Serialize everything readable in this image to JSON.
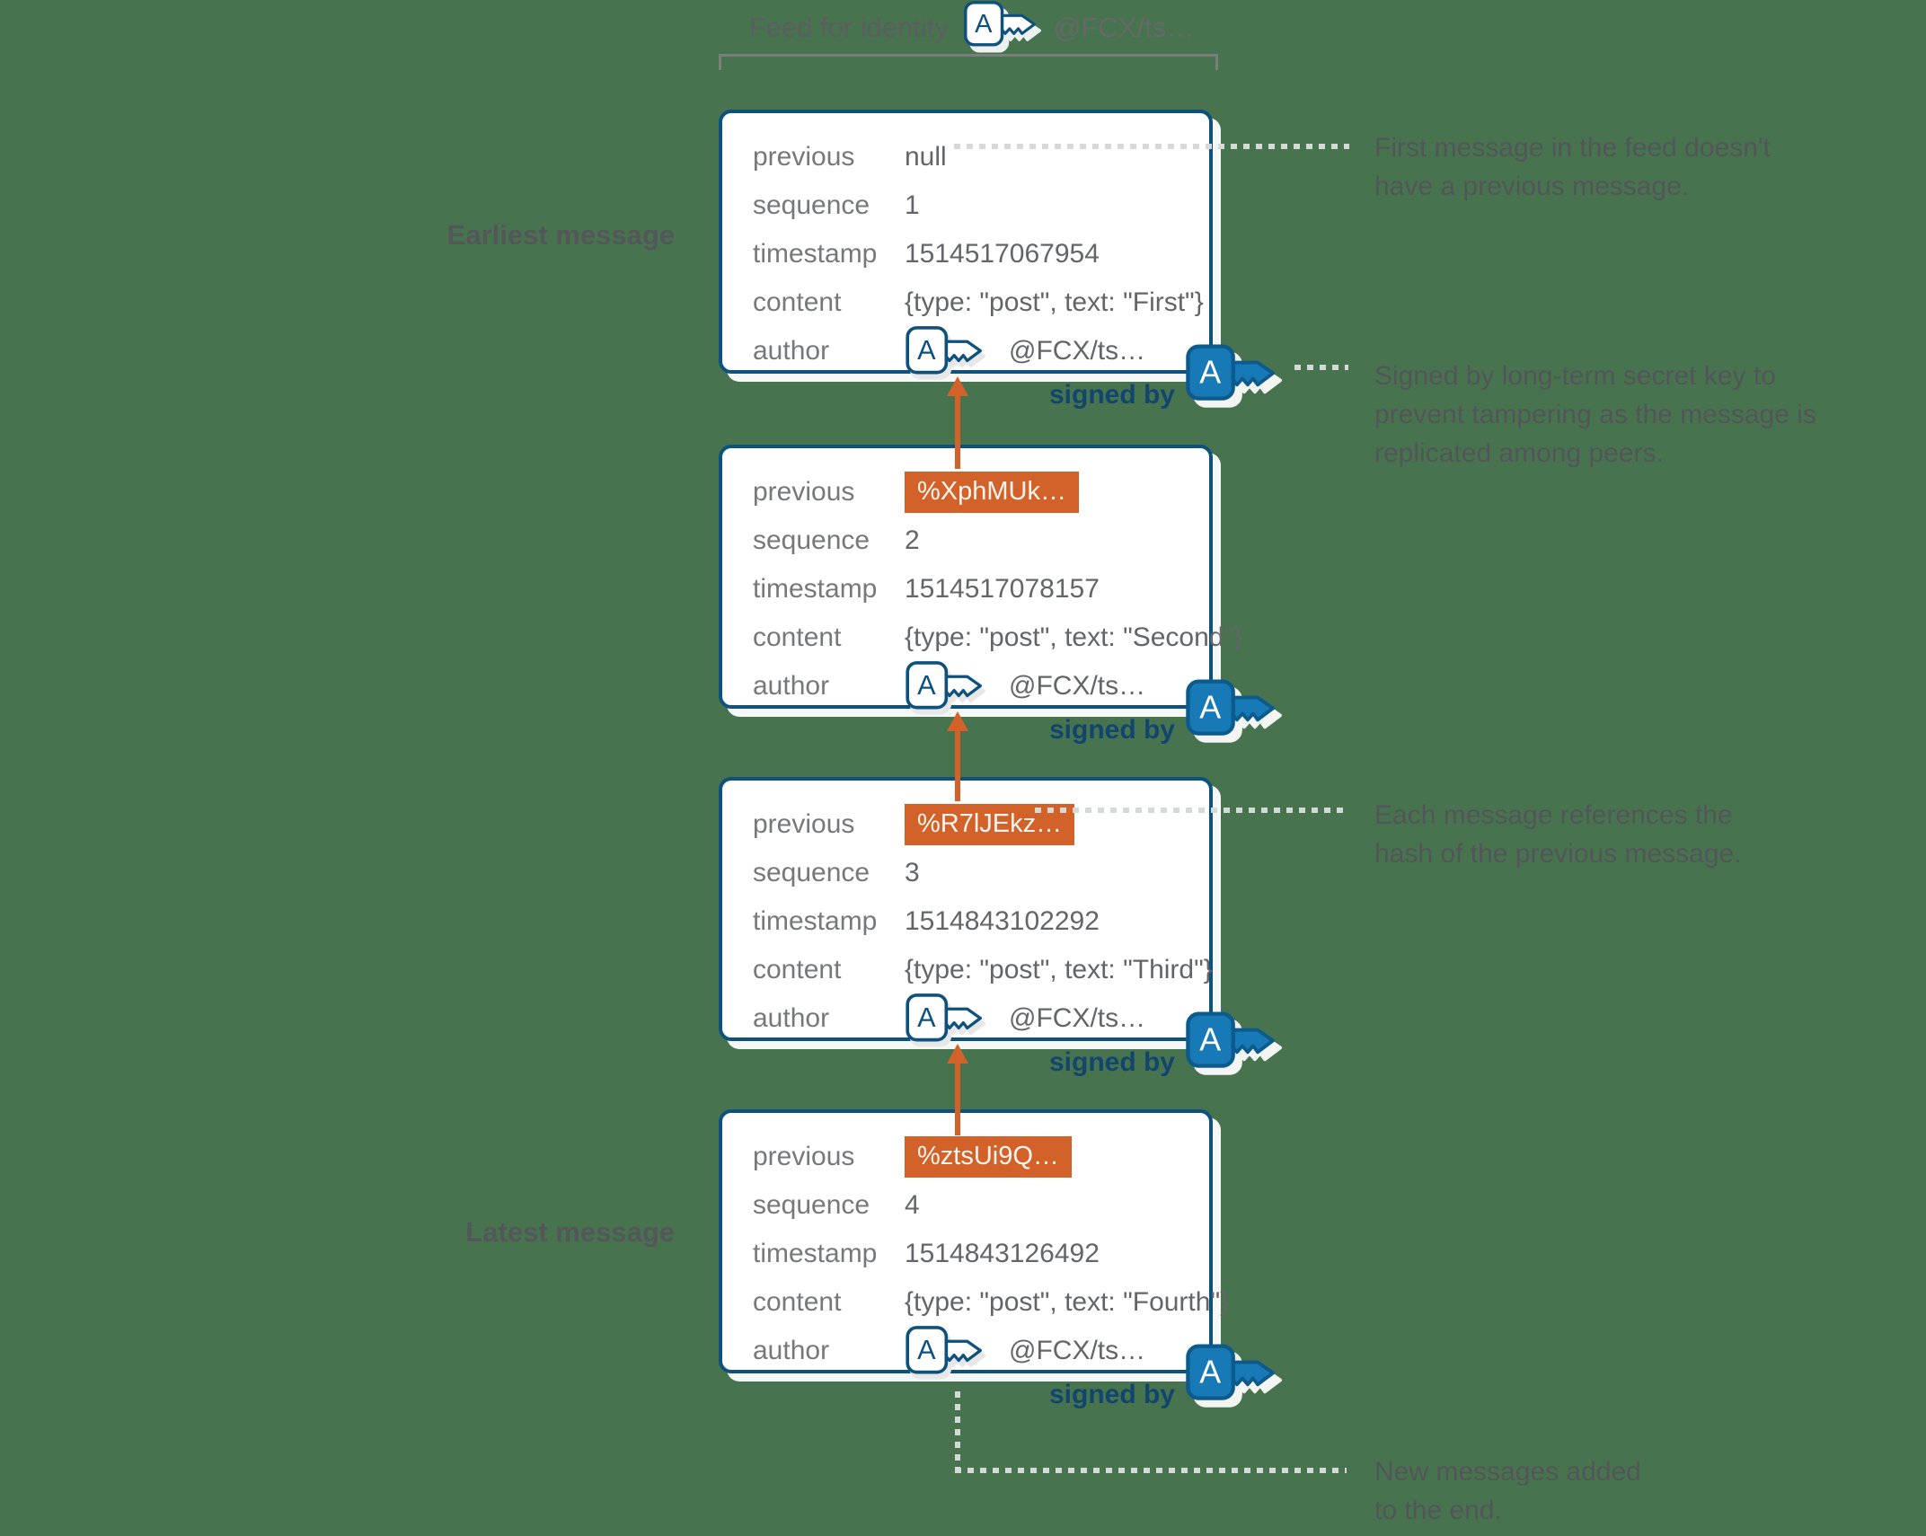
{
  "header": {
    "title": "Feed for identity"
  },
  "identity": {
    "letter": "A",
    "short_id": "@FCX/ts…"
  },
  "signed_by_label": "signed by",
  "field_labels": {
    "previous": "previous",
    "sequence": "sequence",
    "timestamp": "timestamp",
    "content": "content",
    "author": "author"
  },
  "side_labels": {
    "earliest": "Earliest message",
    "latest": "Latest message"
  },
  "messages": [
    {
      "previous": "null",
      "sequence": "1",
      "timestamp": "1514517067954",
      "content": "{type: \"post\", text: \"First\"}",
      "author": "@FCX/ts…"
    },
    {
      "previous": "%XphMUk…",
      "sequence": "2",
      "timestamp": "1514517078157",
      "content": "{type: \"post\", text: \"Second\"}",
      "author": "@FCX/ts…"
    },
    {
      "previous": "%R7lJEkz…",
      "sequence": "3",
      "timestamp": "1514843102292",
      "content": "{type: \"post\", text: \"Third\"}",
      "author": "@FCX/ts…"
    },
    {
      "previous": "%ztsUi9Q…",
      "sequence": "4",
      "timestamp": "1514843126492",
      "content": "{type: \"post\", text: \"Fourth\"}",
      "author": "@FCX/ts…"
    }
  ],
  "annotations": [
    {
      "lines": [
        "First message in the feed doesn't",
        "have a previous message."
      ]
    },
    {
      "lines": [
        "Signed by long-term secret key to",
        "prevent tampering as the message is",
        "replicated among peers."
      ]
    },
    {
      "lines": [
        "Each message references the",
        "hash of the previous message."
      ]
    },
    {
      "lines": [
        "New messages added",
        "to the end."
      ]
    }
  ],
  "colors": {
    "background_green": "#48734f",
    "border_blue": "#0e517c",
    "key_blue": "#1879b7",
    "key_blue_dark": "#0d5a8c",
    "orange": "#d2622a",
    "signed_navy": "#12466f"
  }
}
